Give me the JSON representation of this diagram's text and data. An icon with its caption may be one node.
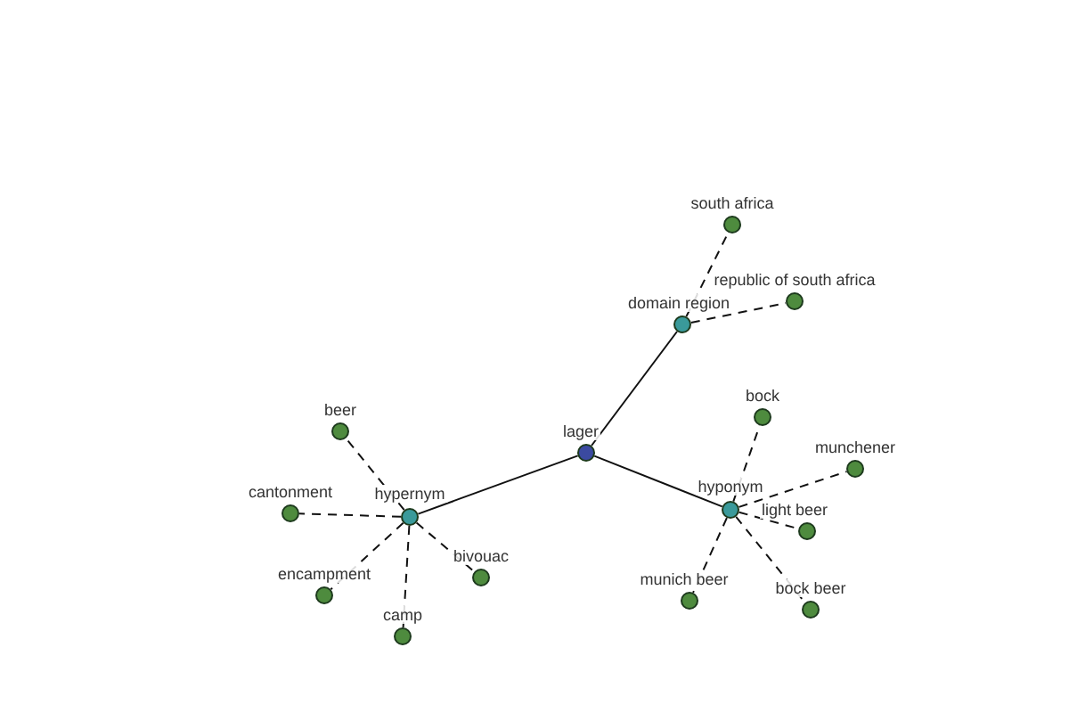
{
  "diagram": {
    "nodes": [
      {
        "text": [
          "lager"
        ]
      },
      {
        "text": [
          "hypernym"
        ]
      },
      {
        "text": [
          "domain region"
        ]
      },
      {
        "text": [
          "hyponym"
        ]
      },
      {
        "text": [
          "south africa"
        ]
      },
      {
        "text": [
          "republic of south africa"
        ]
      },
      {
        "text": [
          "beer"
        ]
      },
      {
        "text": [
          "cantonment"
        ]
      },
      {
        "text": [
          "encampment"
        ]
      },
      {
        "text": [
          "camp"
        ]
      },
      {
        "text": [
          "bivouac"
        ]
      },
      {
        "text": [
          "bock"
        ]
      },
      {
        "text": [
          "munchener"
        ]
      },
      {
        "text": [
          "light beer"
        ]
      },
      {
        "text": [
          "munich beer"
        ]
      },
      {
        "text": [
          "bock beer"
        ]
      }
    ],
    "edges": [
      {
        "from": 0,
        "to": 1,
        "arrow": "none"
      },
      {
        "from": 0,
        "to": 2,
        "arrow": "none"
      },
      {
        "from": 0,
        "to": 3,
        "arrow": "none"
      },
      {
        "from": 2,
        "to": 4,
        "arrow": "none",
        "style": "dashed"
      },
      {
        "from": 2,
        "to": 5,
        "arrow": "none",
        "style": "dashed"
      },
      {
        "from": 1,
        "to": 6,
        "arrow": "none",
        "style": "dashed"
      },
      {
        "from": 1,
        "to": 7,
        "arrow": "none",
        "style": "dashed"
      },
      {
        "from": 1,
        "to": 8,
        "arrow": "none",
        "style": "dashed"
      },
      {
        "from": 1,
        "to": 9,
        "arrow": "none",
        "style": "dashed"
      },
      {
        "from": 1,
        "to": 10,
        "arrow": "none",
        "style": "dashed"
      },
      {
        "from": 3,
        "to": 11,
        "arrow": "none",
        "style": "dashed"
      },
      {
        "from": 3,
        "to": 12,
        "arrow": "none",
        "style": "dashed"
      },
      {
        "from": 3,
        "to": 13,
        "arrow": "none",
        "style": "dashed"
      },
      {
        "from": 3,
        "to": 14,
        "arrow": "none",
        "style": "dashed"
      },
      {
        "from": 3,
        "to": 15,
        "arrow": "none",
        "style": "dashed"
      }
    ]
  }
}
